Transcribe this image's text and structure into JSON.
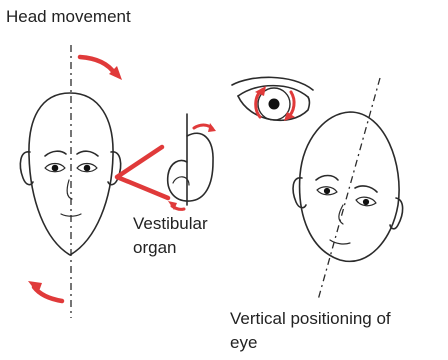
{
  "labels": {
    "title": "Head movement",
    "vestibular_organ": "Vestibular\norgan",
    "vertical_positioning": "Vertical positioning of\neye"
  },
  "colors": {
    "ink": "#2b2b2b",
    "arrow": "#e03a3a",
    "background": "#ffffff"
  }
}
